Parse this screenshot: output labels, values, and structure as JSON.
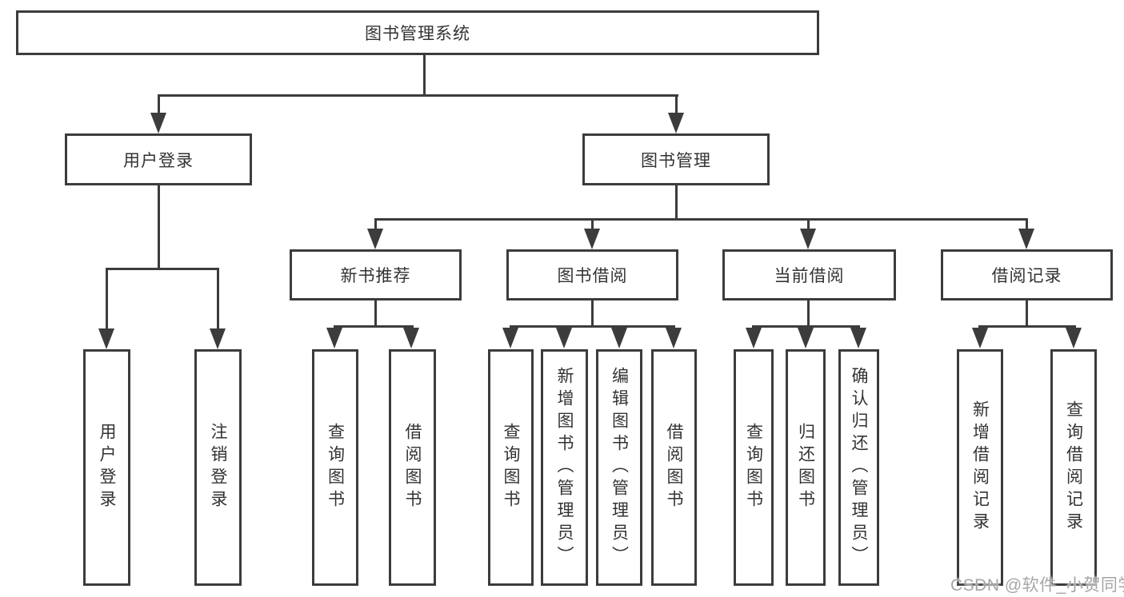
{
  "diagram": {
    "root": {
      "label": "图书管理系统"
    },
    "branches": [
      {
        "label": "用户登录",
        "children": [
          "用户登录",
          "注销登录"
        ]
      },
      {
        "label": "图书管理",
        "sections": [
          {
            "label": "新书推荐",
            "children": [
              "查询图书",
              "借阅图书"
            ]
          },
          {
            "label": "图书借阅",
            "children": [
              "查询图书",
              "新增图书（管理员）",
              "编辑图书（管理员）",
              "借阅图书"
            ]
          },
          {
            "label": "当前借阅",
            "children": [
              "查询图书",
              "归还图书",
              "确认归还（管理员）"
            ]
          },
          {
            "label": "借阅记录",
            "children": [
              "新增借阅记录",
              "查询借阅记录"
            ]
          }
        ]
      }
    ]
  },
  "watermark": {
    "text": "CSDN @软件_小贺同学"
  },
  "colors": {
    "line": "#3c3c3c",
    "text": "#333333",
    "bg": "#ffffff",
    "watermark": "#a6a6a6"
  }
}
